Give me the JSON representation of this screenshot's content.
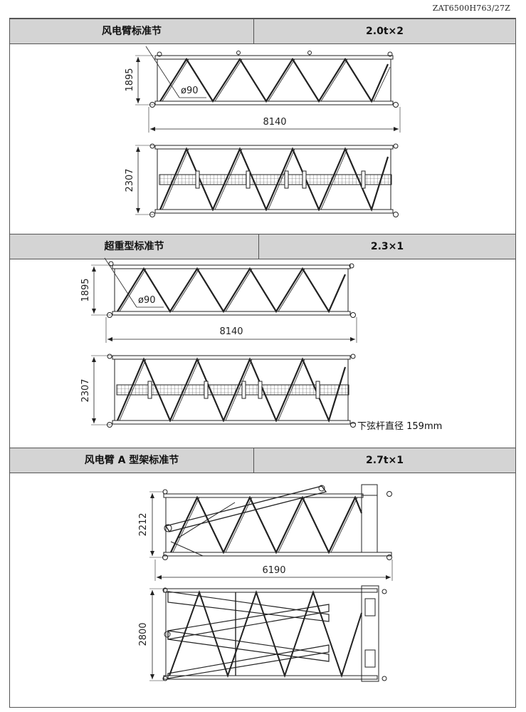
{
  "doc_id": "ZAT6500H763/27Z",
  "sections": [
    {
      "name": "风电臂标准节",
      "value": "2.0t×2",
      "dims": {
        "height": "1895",
        "diameter": "ø90",
        "length": "8140",
        "width": "2307"
      }
    },
    {
      "name": "超重型标准节",
      "value": "2.3×1",
      "dims": {
        "height": "1895",
        "diameter": "ø90",
        "length": "8140",
        "width": "2307"
      },
      "note": "下弦杆直径 159mm"
    },
    {
      "name": "风电臂 A 型架标准节",
      "value": "2.7t×1",
      "dims": {
        "height": "2212",
        "length": "6190",
        "width": "2800"
      }
    }
  ]
}
